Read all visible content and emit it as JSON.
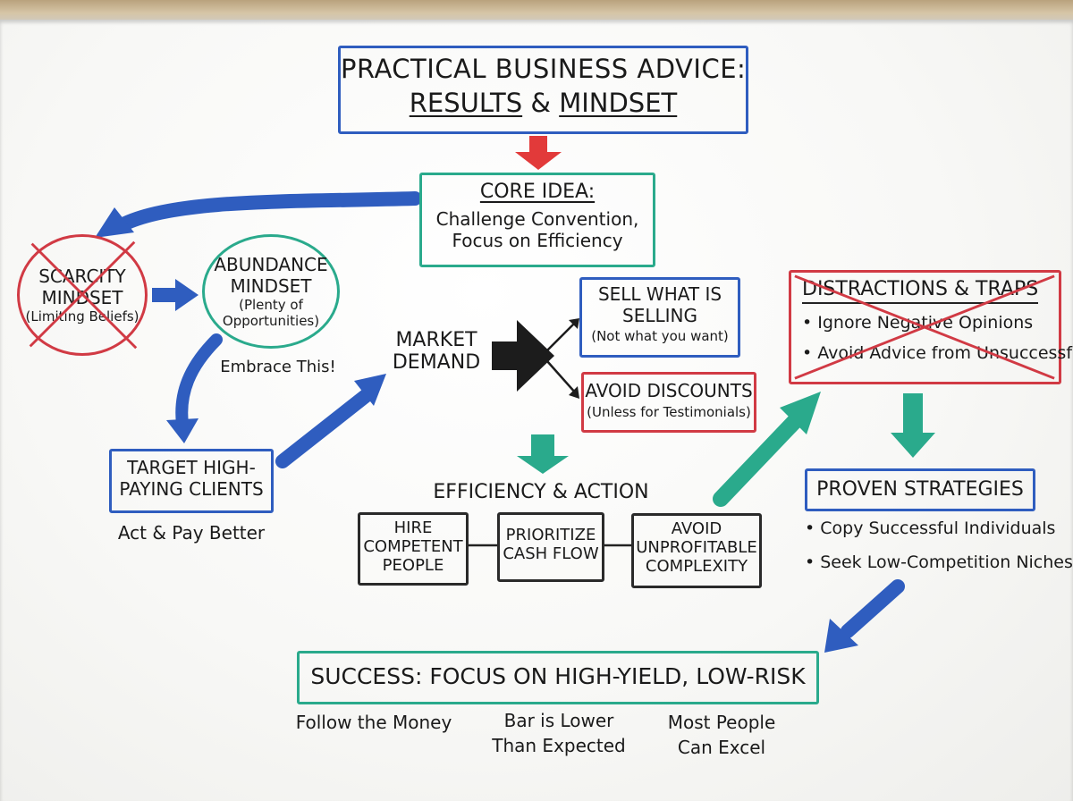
{
  "title": {
    "line1": "PRACTICAL BUSINESS ADVICE:",
    "line2a": "RESULTS",
    "line2b": "&",
    "line2c": "MINDSET"
  },
  "core_idea": {
    "heading": "CORE IDEA:",
    "line1": "Challenge Convention,",
    "line2": "Focus on Efficiency"
  },
  "scarcity": {
    "line1": "SCARCITY",
    "line2": "MINDSET",
    "line3": "(Limiting Beliefs)"
  },
  "abundance": {
    "line1": "ABUNDANCE",
    "line2": "MINDSET",
    "line3": "(Plenty of",
    "line4": "Opportunities)",
    "caption": "Embrace This!"
  },
  "target": {
    "line1": "TARGET HIGH-",
    "line2": "PAYING CLIENTS",
    "caption": "Act & Pay Better"
  },
  "market": {
    "line1": "MARKET",
    "line2": "DEMAND"
  },
  "sell": {
    "line1": "SELL WHAT IS",
    "line2": "SELLING",
    "line3": "(Not what you want)"
  },
  "discounts": {
    "line1": "AVOID DISCOUNTS",
    "line2": "(Unless for Testimonials)"
  },
  "distractions": {
    "heading": "DISTRACTIONS & TRAPS",
    "items": [
      "• Ignore Negative Opinions",
      "• Avoid Advice from Unsuccessful"
    ]
  },
  "efficiency": {
    "heading": "EFFICIENCY & ACTION",
    "hire": [
      "HIRE",
      "COMPETENT",
      "PEOPLE"
    ],
    "cash": [
      "PRIORITIZE",
      "CASH FLOW"
    ],
    "avoid": [
      "AVOID",
      "UNPROFITABLE",
      "COMPLEXITY"
    ]
  },
  "proven": {
    "heading": "PROVEN STRATEGIES",
    "items": [
      "• Copy Successful Individuals",
      "• Seek Low-Competition Niches"
    ]
  },
  "success": {
    "heading": "SUCCESS: FOCUS ON HIGH-YIELD, LOW-RISK",
    "note1": "Follow the Money",
    "note2a": "Bar is Lower",
    "note2b": "Than Expected",
    "note3a": "Most People",
    "note3b": "Can Excel"
  },
  "colors": {
    "blue": "#2f5dbf",
    "green": "#2aaa8c",
    "red": "#d13a44",
    "black": "#222222"
  }
}
